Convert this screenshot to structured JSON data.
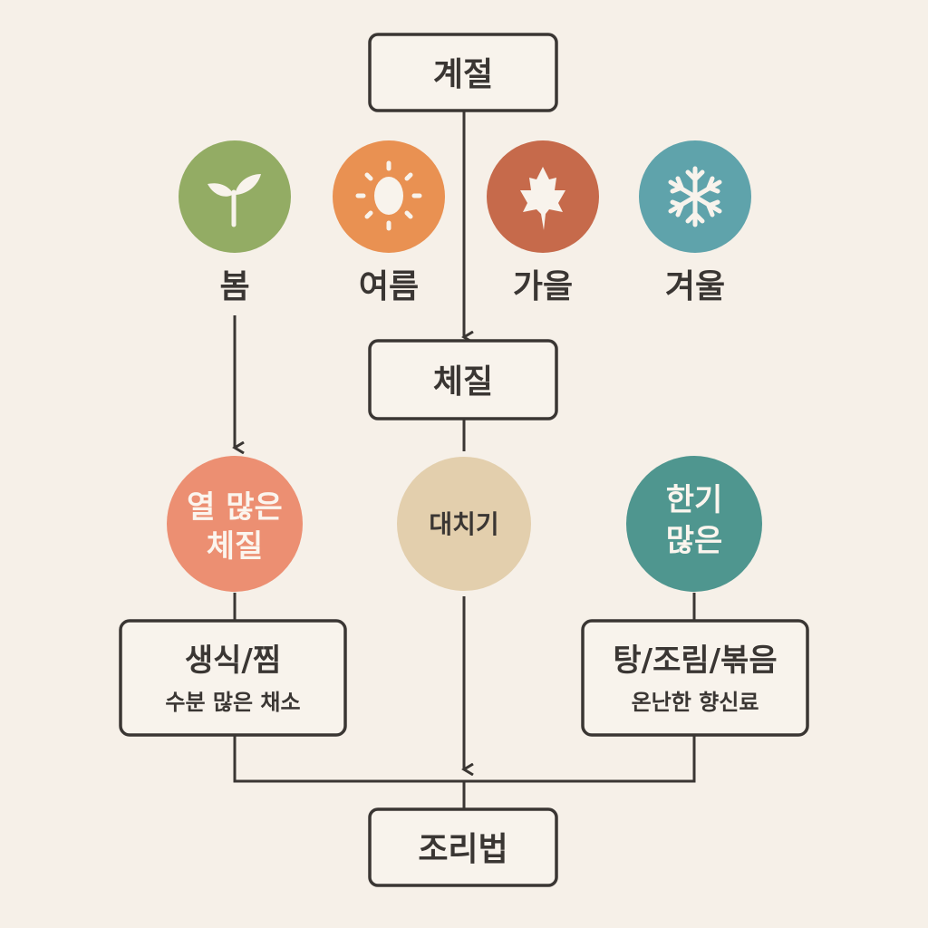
{
  "nodes": {
    "season": "계절",
    "constitution": "체질",
    "recipe": "조리법"
  },
  "seasons": [
    {
      "label": "봄",
      "icon": "sprout-icon",
      "color": "#93ac64"
    },
    {
      "label": "여름",
      "icon": "sun-icon",
      "color": "#e99152"
    },
    {
      "label": "가을",
      "icon": "maple-leaf-icon",
      "color": "#c66a4b"
    },
    {
      "label": "겨울",
      "icon": "snowflake-icon",
      "color": "#5fa3ab"
    }
  ],
  "types": [
    {
      "line1": "열 많은",
      "line2": "체질",
      "color": "#ec8f72"
    },
    {
      "line1": "대치기",
      "color": "#e3cfad"
    },
    {
      "line1": "한기",
      "line2": "많은",
      "color": "#4f968f"
    }
  ],
  "methods": [
    {
      "title": "생식/찜",
      "subtitle": "수분 많은 채소"
    },
    {
      "title": "탕/조림/볶음",
      "subtitle": "온난한 향신료"
    }
  ]
}
